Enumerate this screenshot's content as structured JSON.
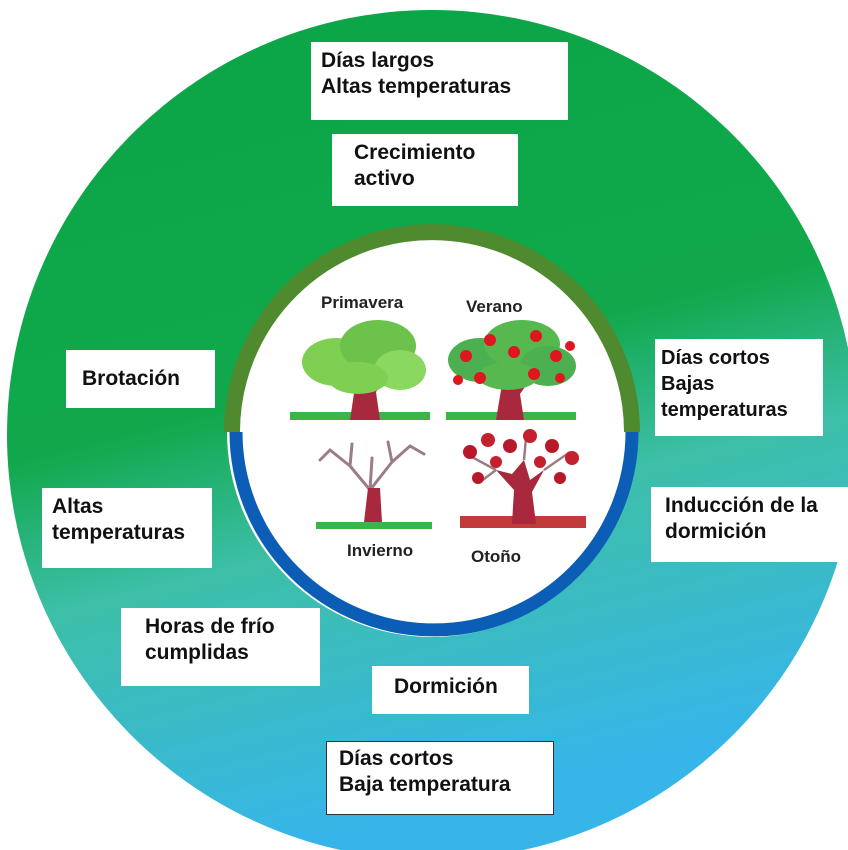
{
  "colors": {
    "outer_green": "#0aa547",
    "outer_blue": "#36b6e8",
    "arc_green": "#4f8a2f",
    "arc_blue": "#0b5db5",
    "leaf_green": "#7fcf52",
    "apple_red": "#e0161f",
    "autumn_red": "#b8192a",
    "trunk": "#a8283e",
    "grass": "#3bb54a"
  },
  "seasons": {
    "spring": "Primavera",
    "summer": "Verano",
    "winter": "Invierno",
    "autumn": "Otoño"
  },
  "labels": {
    "top_conditions": {
      "line1": "Días largos",
      "line2": "Altas temperaturas"
    },
    "growth": {
      "line1": "Crecimiento",
      "line2": "activo"
    },
    "budbreak": "Brotación",
    "right_conditions": {
      "line1": "Días cortos",
      "line2": "Bajas",
      "line3": "temperaturas"
    },
    "dormancy_induction": {
      "line1": "Inducción de la",
      "line2": "dormición"
    },
    "left_conditions": {
      "line1": "Altas",
      "line2": "temperaturas"
    },
    "chill_hours": {
      "line1": "Horas de frío",
      "line2": "cumplidas"
    },
    "dormancy": "Dormición",
    "bottom_conditions": {
      "line1": "Días cortos",
      "line2": "Baja temperatura"
    }
  }
}
